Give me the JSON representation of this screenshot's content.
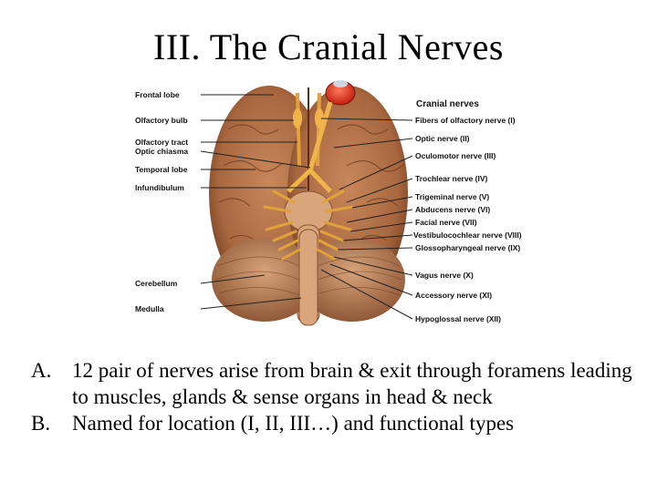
{
  "slide": {
    "title": "III.  The Cranial Nerves"
  },
  "figure": {
    "left_labels": [
      "Frontal lobe",
      "Olfactory bulb",
      "Olfactory tract",
      "Optic chiasma",
      "Temporal lobe",
      "Infundibulum",
      "Cerebellum",
      "Medulla"
    ],
    "right_header": "Cranial nerves",
    "right_labels": [
      "Fibers of olfactory nerve (I)",
      "Optic nerve (II)",
      "Oculomotor nerve (III)",
      "Trochlear nerve (IV)",
      "Trigeminal nerve (V)",
      "Abducens nerve (VI)",
      "Facial nerve (VII)",
      "Vestibulocochlear nerve (VIII)",
      "Glossopharyngeal nerve (IX)",
      "Vagus nerve (X)",
      "Accessory nerve (XI)",
      "Hypoglossal nerve (XII)"
    ],
    "colors": {
      "brain": "#a8673f",
      "nerve": "#e0a23a",
      "eye": "#e23b2a"
    }
  },
  "bullets": [
    {
      "marker": "A.",
      "text": "12 pair of nerves arise from brain & exit through foramens leading to muscles, glands & sense organs in head & neck"
    },
    {
      "marker": "B.",
      "text": "Named for location (I, II, III…) and functional types"
    }
  ]
}
